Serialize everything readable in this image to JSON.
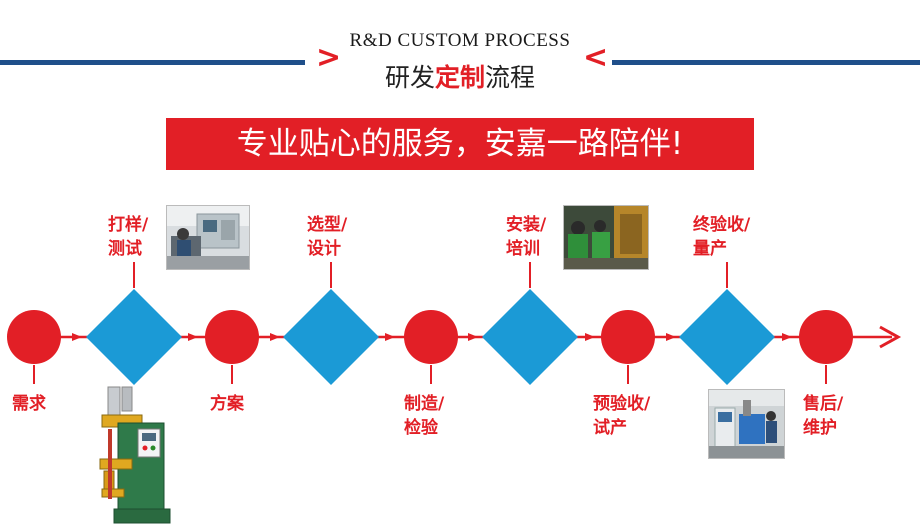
{
  "header": {
    "title_en": "R&D CUSTOM PROCESS",
    "title_cn_prefix": "研发",
    "title_cn_highlight": "定制",
    "title_cn_suffix": "流程"
  },
  "banner": {
    "text": "专业贴心的服务，安嘉一路陪伴!"
  },
  "steps": [
    {
      "label": "需求"
    },
    {
      "label": "打样/\n测试"
    },
    {
      "label": "方案"
    },
    {
      "label": "选型/\n设计"
    },
    {
      "label": "制造/\n检验"
    },
    {
      "label": "安装/\n培训"
    },
    {
      "label": "预验收/\n试产"
    },
    {
      "label": "终验收/\n量产"
    },
    {
      "label": "售后/\n维护"
    }
  ],
  "colors": {
    "red": "#e21f26",
    "blue": "#1b9ad6",
    "navy": "#1f4f8a"
  }
}
